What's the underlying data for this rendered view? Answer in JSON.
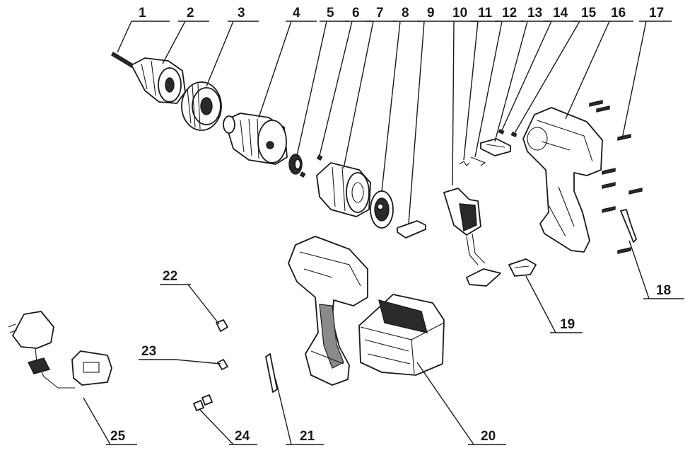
{
  "diagram": {
    "labels": [
      "1",
      "2",
      "3",
      "4",
      "5",
      "6",
      "7",
      "8",
      "9",
      "10",
      "11",
      "12",
      "13",
      "14",
      "15",
      "16",
      "17",
      "18",
      "19",
      "20",
      "21",
      "22",
      "23",
      "24",
      "25"
    ]
  },
  "colors": {
    "ink": "#1a1a1a",
    "background": "#ffffff"
  }
}
